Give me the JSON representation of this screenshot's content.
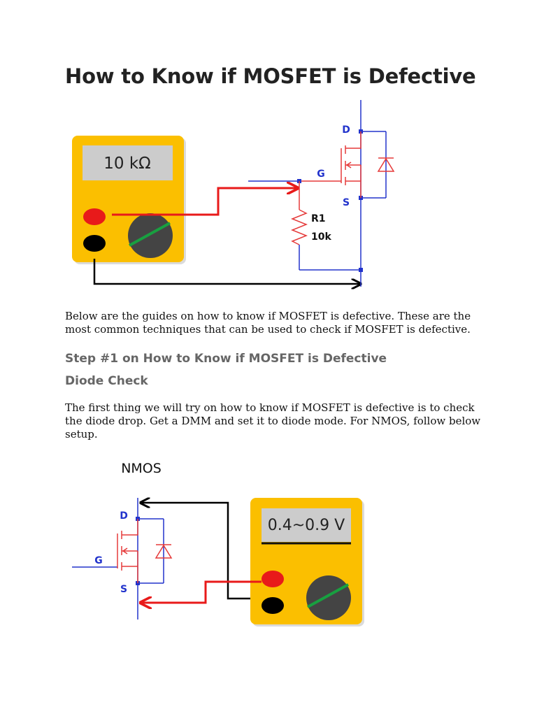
{
  "page": {
    "title": "How to Know if MOSFET is Defective",
    "intro_text": "Below are the guides on how to know if MOSFET is defective. These are the most common techniques that can be used to check if MOSFET is defective.",
    "step_heading": "Step #1 on How to Know if MOSFET is Defective",
    "sub_heading": "Diode Check",
    "diode_text": "The first thing we will try on how to know if MOSFET is defective is to check the diode drop. Get a DMM and set it to diode mode. For NMOS, follow below setup."
  },
  "figure1": {
    "meter_reading": "10 kΩ",
    "label_drain": "D",
    "label_gate": "G",
    "label_source": "S",
    "resistor_name": "R1",
    "resistor_value": "10k"
  },
  "figure2": {
    "caption": "NMOS",
    "meter_reading": "0.4~0.9 V",
    "label_drain": "D",
    "label_gate": "G",
    "label_source": "S"
  },
  "colors": {
    "meter_body": "#fbbf00",
    "meter_display": "#cccccc",
    "circuit_blue": "#2233cc",
    "component_red": "#e53a3a",
    "probe_red": "#e81a1a",
    "knob": "#444444",
    "knob_indicator": "#18a040"
  }
}
